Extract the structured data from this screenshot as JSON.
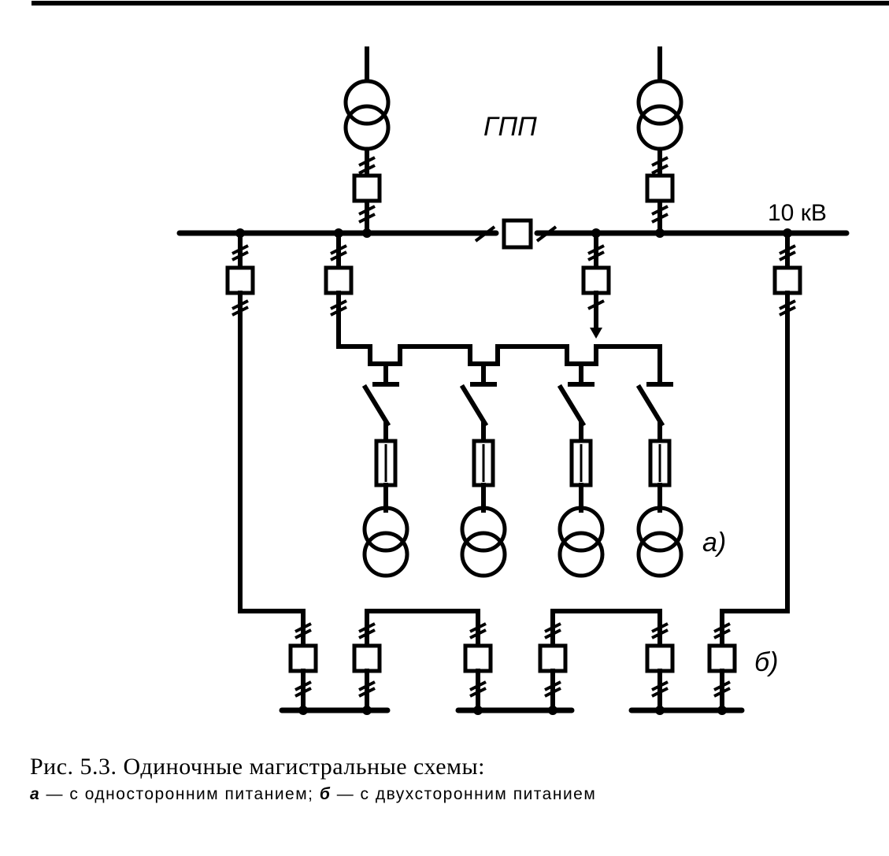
{
  "diagram": {
    "labels": {
      "gpp": "ГПП",
      "voltage": "10 кВ",
      "variant_a": "а)",
      "variant_b": "б)"
    }
  },
  "caption": {
    "title": "Рис. 5.3. Одиночные магистральные схемы:",
    "a_letter": "а",
    "a_text": " — с односторонним питанием; ",
    "b_letter": "б",
    "b_text": " — с двухсторонним питанием"
  }
}
